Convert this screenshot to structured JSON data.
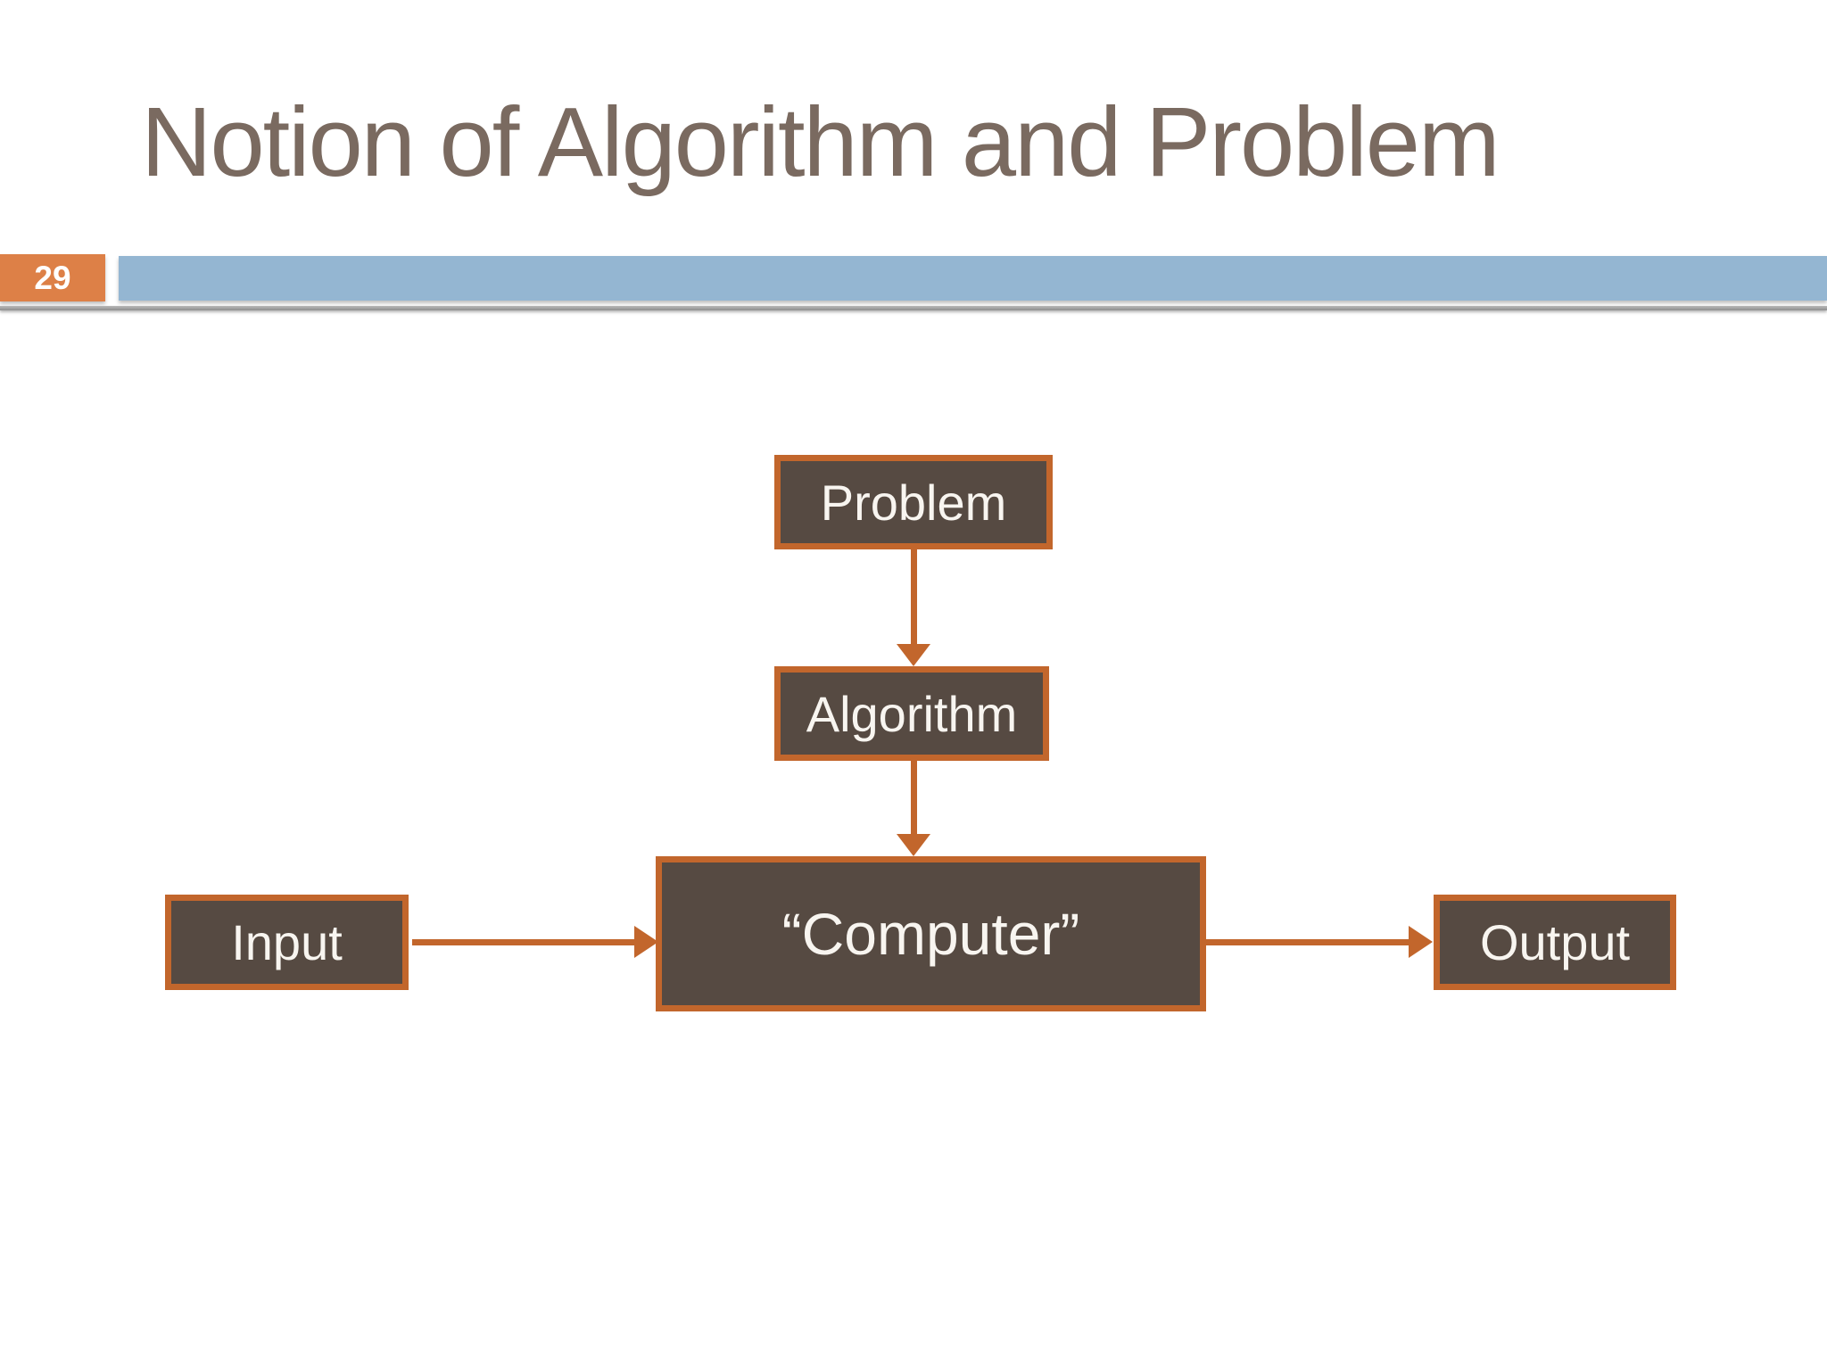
{
  "slide": {
    "title": "Notion of Algorithm and Problem",
    "page_number": "29"
  },
  "diagram": {
    "nodes": {
      "problem": {
        "label": "Problem"
      },
      "algorithm": {
        "label": "Algorithm"
      },
      "computer": {
        "label": "“Computer”"
      },
      "input": {
        "label": "Input"
      },
      "output": {
        "label": "Output"
      }
    },
    "edges": [
      {
        "from": "problem",
        "to": "algorithm"
      },
      {
        "from": "algorithm",
        "to": "computer"
      },
      {
        "from": "input",
        "to": "computer"
      },
      {
        "from": "computer",
        "to": "output"
      }
    ]
  },
  "colors": {
    "accent-orange": "#C2662C",
    "badge-orange": "#DD8047",
    "header-blue": "#94B6D2",
    "node-fill": "#564A42",
    "node-text": "#F8F5F0",
    "title-text": "#7A6A60"
  }
}
